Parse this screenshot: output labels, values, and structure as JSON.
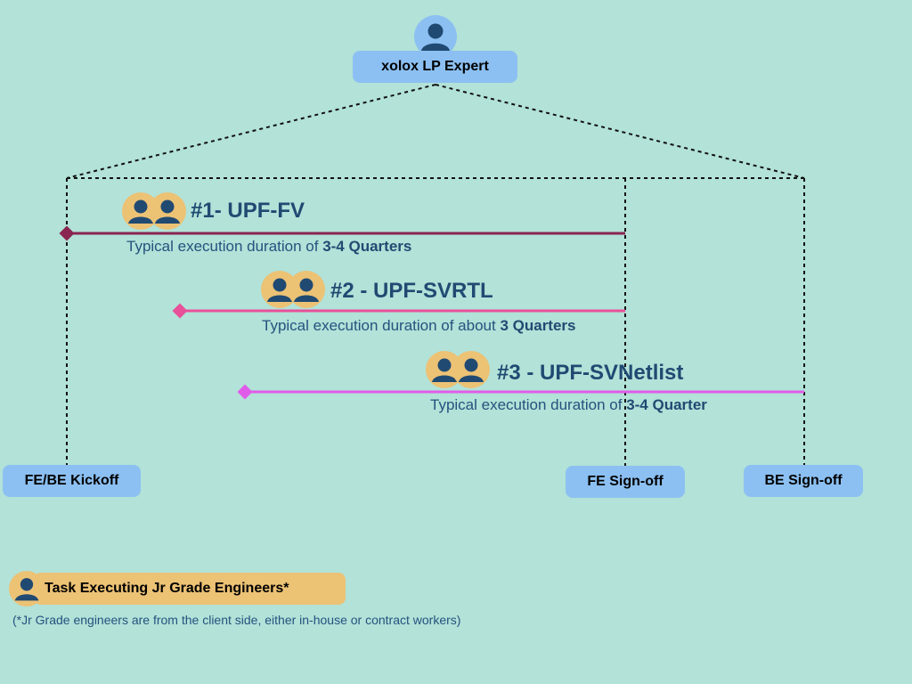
{
  "expert": {
    "label": "xolox LP Expert",
    "icon": "person-icon",
    "icon_bg": "#8cc0f2",
    "icon_fg": "#204a72"
  },
  "milestones": {
    "kickoff": "FE/BE Kickoff",
    "fe_signoff": "FE Sign-off",
    "be_signoff": "BE Sign-off"
  },
  "tasks": [
    {
      "title": "#1- UPF-FV",
      "desc_prefix": "Typical execution duration of ",
      "desc_bold": "3-4 Quarters",
      "color": "#8a2450"
    },
    {
      "title": "#2 - UPF-SVRTL",
      "desc_prefix": "Typical execution duration of about ",
      "desc_bold": "3 Quarters",
      "color": "#e8509a"
    },
    {
      "title": "#3 - UPF-SVNetlist",
      "desc_prefix": "Typical execution duration of ",
      "desc_bold": "3-4 Quarter",
      "color": "#e05ce8"
    }
  ],
  "legend": {
    "label": "Task Executing Jr Grade Engineers*",
    "icon": "person-icon",
    "icon_bg": "#ecc275",
    "icon_fg": "#204a72",
    "footnote": "(*Jr Grade engineers are from the client side, either in-house or contract workers)"
  },
  "colors": {
    "background": "#b2e2d8",
    "pill_blue": "#8cc0f2",
    "pill_orange": "#ecc275",
    "text_dark_blue": "#204a72",
    "dotted_line": "#111111"
  }
}
